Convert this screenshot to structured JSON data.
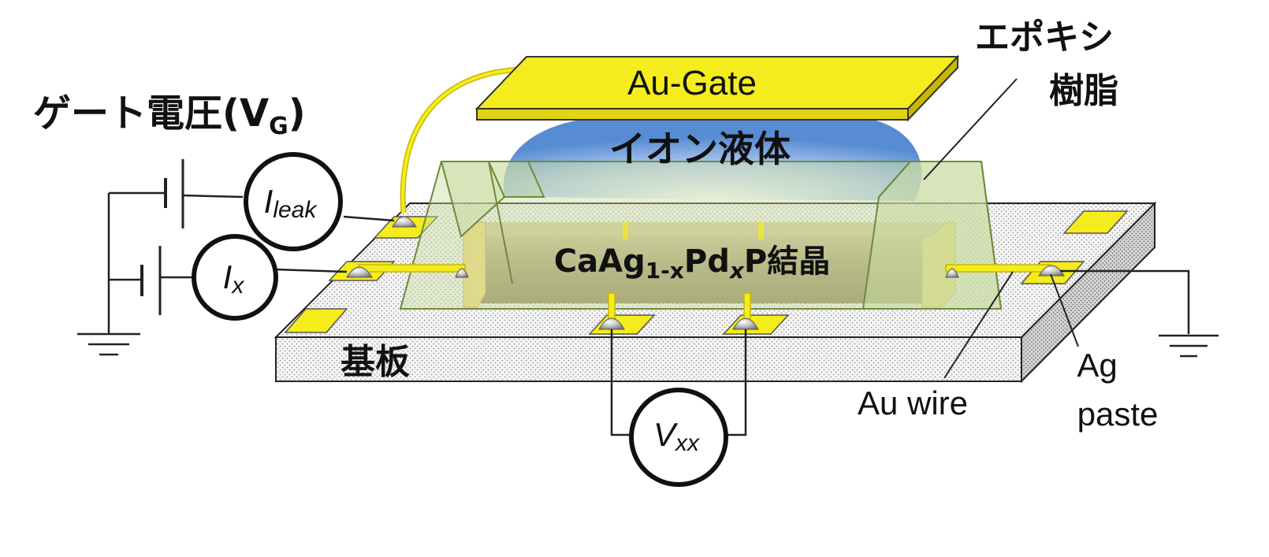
{
  "labels": {
    "gate_voltage_main": "ゲート電圧(V",
    "gate_voltage_sub": "G",
    "gate_voltage_close": ")",
    "au_gate": "Au-Gate",
    "ionic_liquid": "イオン液体",
    "epoxy_line1": "エポキシ",
    "epoxy_line2": "樹脂",
    "crystal_base": "CaAg",
    "crystal_sub1": "1-x",
    "crystal_mid": "Pd",
    "crystal_sub2": "x",
    "crystal_end": "P結晶",
    "substrate": "基板",
    "au_wire": "Au wire",
    "ag_paste_line1": "Ag",
    "ag_paste_line2": "paste"
  },
  "meters": {
    "ileak_main": "I",
    "ileak_sub": "leak",
    "ix_main": "I",
    "ix_sub": "x",
    "vxx_main": "V",
    "vxx_sub": "xx"
  },
  "colors": {
    "gold": "#f4ec1c",
    "gold_dark": "#c9b800",
    "epoxy": "#d9e6b5",
    "epoxy_edge": "#6f8a3a",
    "ionic_liquid": "#7aa6dc",
    "crystal": "#b3a878",
    "crystal_end": "#f1d97a",
    "substrate": "#f2f2f2"
  }
}
